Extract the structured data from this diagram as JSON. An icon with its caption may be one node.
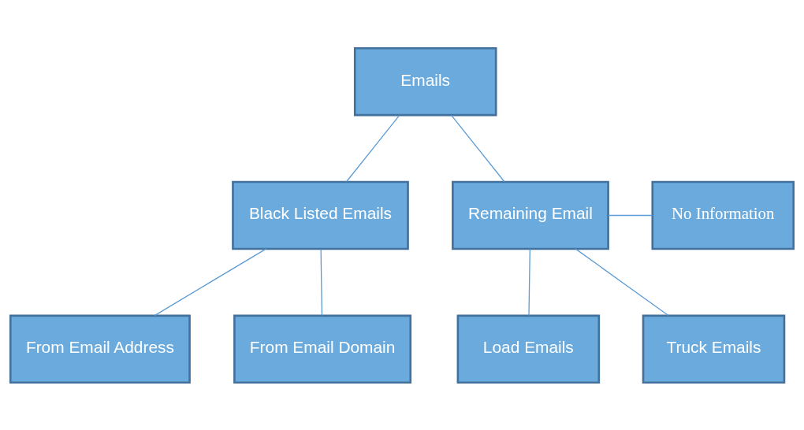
{
  "diagram": {
    "nodes": [
      {
        "text": [
          "Emails"
        ]
      },
      {
        "text": [
          "Black Listed Emails"
        ]
      },
      {
        "text": [
          "Remaining Email"
        ]
      },
      {
        "text": [
          "No Information"
        ]
      },
      {
        "text": [
          "From Email Address"
        ]
      },
      {
        "text": [
          "From Email Domain"
        ]
      },
      {
        "text": [
          "Load Emails"
        ]
      },
      {
        "text": [
          "Truck Emails"
        ]
      }
    ],
    "edges": [
      {
        "from": 0,
        "to": 1,
        "arrow": "none"
      },
      {
        "from": 0,
        "to": 2,
        "arrow": "none"
      },
      {
        "from": 2,
        "to": 3,
        "arrow": "none"
      },
      {
        "from": 1,
        "to": 4,
        "arrow": "none"
      },
      {
        "from": 1,
        "to": 5,
        "arrow": "none"
      },
      {
        "from": 2,
        "to": 6,
        "arrow": "none"
      },
      {
        "from": 2,
        "to": 7,
        "arrow": "none"
      }
    ]
  }
}
